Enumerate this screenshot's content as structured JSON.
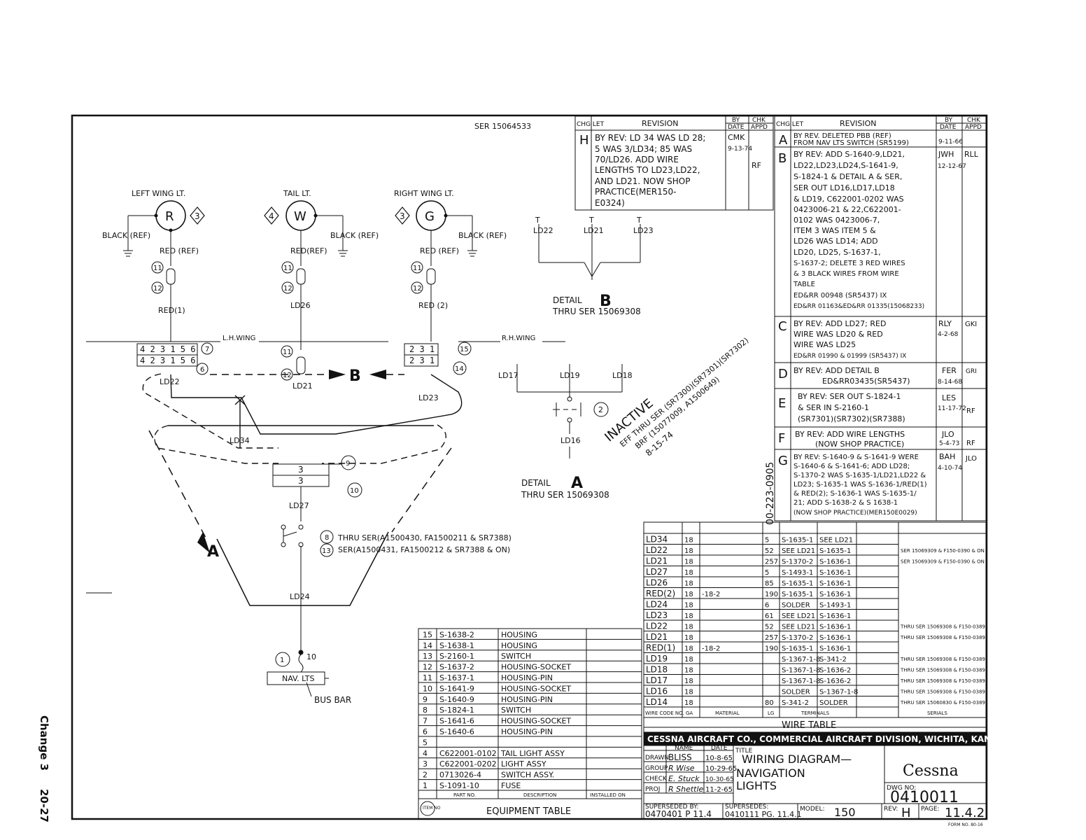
{
  "sheet": {
    "serial_top": "SER 15064533",
    "side_change": "Change 3",
    "side_page": "20-27",
    "form_no": "FORM NO. 80-16"
  },
  "lights": {
    "left": {
      "label": "LEFT WING LT.",
      "letter": "R",
      "num": "3",
      "black": "BLACK (REF)",
      "red": "RED (REF)",
      "wire": "RED(1)"
    },
    "tail": {
      "label": "TAIL LT.",
      "letter": "W",
      "num": "4",
      "black": "BLACK (REF)",
      "red": "RED(REF)",
      "wire": "LD26"
    },
    "right": {
      "label": "RIGHT WING LT.",
      "letter": "G",
      "num": "3",
      "black": "BLACK (REF)",
      "red": "RED (REF)",
      "wire": "RED (2)"
    }
  },
  "schematic": {
    "lh_wing": "L.H.WING",
    "rh_wing": "R.H.WING",
    "left_block_rows": [
      "4 2 3 1 5 6",
      "4 2 3 1 5 6"
    ],
    "right_block_rows": [
      "2 3 1",
      "2 3 1"
    ],
    "center_block_rows": [
      "3",
      "3"
    ],
    "wires": {
      "ld22": "LD22",
      "ld21": "LD21",
      "ld23": "LD23",
      "ld34": "LD34",
      "ld27": "LD27",
      "ld24": "LD24"
    },
    "callouts": [
      "11",
      "12",
      "11",
      "12",
      "11",
      "12",
      "7",
      "6",
      "15",
      "14",
      "12",
      "9",
      "10",
      "8",
      "13",
      "1"
    ],
    "detail_b_mark": "B",
    "detail_a_mark": "A",
    "note_8": "THRU SER(A1500430, FA1500211 & SR7388)",
    "note_13": "SER(A1500431, FA1500212 & SR7388 & ON)",
    "fuse_amp": "10",
    "nav_lts": "NAV. LTS",
    "bus_bar": "BUS BAR"
  },
  "detail_b": {
    "wires": [
      "LD22",
      "LD21",
      "LD23"
    ],
    "t": "T",
    "title": "DETAIL",
    "letter": "B",
    "thru": "THRU SER 15069308"
  },
  "detail_a": {
    "wires": [
      "LD17",
      "LD19",
      "LD18"
    ],
    "bottom": "LD16",
    "switch_num": "2",
    "title": "DETAIL",
    "letter": "A",
    "thru": "THRU SER 15069308"
  },
  "inactive_stamp": {
    "line1": "INACTIVE",
    "line2": "EFF THRU SER (SR7300)(SR7301)(SR7302)",
    "line3": "BRF (15077009, A1500649)",
    "line4": "8-15-74",
    "code": "00-223-0905"
  },
  "revision_left": {
    "headers": {
      "chg": "CHG LET",
      "revision": "REVISION",
      "by": "BY",
      "date": "DATE",
      "chk": "CHK",
      "appd": "APPD"
    },
    "rows": [
      {
        "let": "H",
        "text": [
          "BY REV: LD 34 WAS LD 28;",
          "5 WAS 3/LD34; 85 WAS",
          "70/LD26. ADD WIRE",
          "LENGTHS TO LD23,LD22,",
          "AND LD21. NOW SHOP",
          "PRACTICE(MER150-",
          "E0324)"
        ],
        "by": "CMK",
        "date": "9-13-74",
        "chk": "RF"
      }
    ]
  },
  "revision_right": {
    "headers": {
      "chg": "CHG LET",
      "revision": "REVISION",
      "by": "BY",
      "date": "DATE",
      "chk": "CHK",
      "appd": "APPD"
    },
    "rows": [
      {
        "let": "A",
        "text": [
          "BY REV. DELETED PBB (REF)",
          "FROM NAV LTS SWITCH (SR5199)"
        ],
        "by": "",
        "date": "9-11-66",
        "chk": ""
      },
      {
        "let": "B",
        "text": [
          "BY REV: ADD S-1640-9,LD21,",
          "LD22,LD23,LD24,S-1641-9,",
          "S-1824-1 & DETAIL A & SER,",
          "SER OUT LD16,LD17,LD18",
          "& LD19, C622001-0202 WAS",
          "0423006-21 & 22,C622001-",
          "0102 WAS 0423006-7,",
          "ITEM 3 WAS ITEM 5 &",
          "LD26 WAS LD14; ADD",
          "LD20, LD25, S-1637-1,",
          "S-1637-2; DELETE 3 RED WIRES",
          "& 3 BLACK WIRES FROM WIRE",
          "TABLE",
          "ED&RR 00948 (SR5437) IX",
          "ED&RR 01163&ED&RR 01335(15068233)"
        ],
        "by": "JWH",
        "date": "12-12-67",
        "chk": "RLL"
      },
      {
        "let": "C",
        "text": [
          "BY REV: ADD LD27; RED",
          "WIRE WAS LD20 & RED",
          "WIRE WAS LD25",
          "ED&RR 01990 & 01999 (SR5437) IX"
        ],
        "by": "RLY",
        "date": "4-2-68",
        "chk": "GKI"
      },
      {
        "let": "D",
        "text": [
          "BY REV: ADD DETAIL B",
          "ED&RR03435(SR5437)"
        ],
        "by": "FER",
        "date": "8-14-68",
        "chk": "GRI"
      },
      {
        "let": "E",
        "text": [
          "BY REV: SER OUT S-1824-1",
          "& SER IN S-2160-1",
          "(SR7301)(SR7302)(SR7388)"
        ],
        "by": "LES",
        "date": "11-17-72",
        "chk": "RF"
      },
      {
        "let": "F",
        "text": [
          "BY REV: ADD WIRE LENGTHS",
          "(NOW SHOP PRACTICE)"
        ],
        "by": "JLO",
        "date": "5-4-73",
        "chk": "RF"
      },
      {
        "let": "G",
        "text": [
          "BY REV: S-1640-9 & S-1641-9 WERE",
          "S-1640-6 & S-1641-6; ADD LD28;",
          "S-1370-2 WAS S-1635-1/LD21,LD22 &",
          "LD23; S-1635-1 WAS S-1636-1/RED(1)",
          "& RED(2); S-1636-1 WAS S-1635-1/",
          "21; ADD S-1638-2 & S 1638-1",
          "(NOW SHOP PRACTICE)(MER150E0029)"
        ],
        "by": "BAH",
        "date": "4-10-74",
        "chk": "JLO"
      }
    ]
  },
  "wire_table": {
    "title": "WIRE TABLE",
    "headers": {
      "code": "WIRE CODE NO.",
      "ga": "GA",
      "material": "MATERIAL",
      "lg": "LG",
      "terminals": "TERMINALS",
      "serials": "SERIALS"
    },
    "rows": [
      {
        "code": "LD34",
        "ga": "18",
        "mat": "",
        "lg": "5",
        "t1": "S-1635-1",
        "t2": "SEE LD21",
        "ser": ""
      },
      {
        "code": "LD22",
        "ga": "18",
        "mat": "",
        "lg": "52",
        "t1": "SEE LD21",
        "t2": "S-1635-1",
        "ser": "SER 15069309 & F150-0390 & ON"
      },
      {
        "code": "LD21",
        "ga": "18",
        "mat": "",
        "lg": "257",
        "t1": "S-1370-2",
        "t2": "S-1636-1",
        "ser": "SER 15069309 & F150-0390 & ON"
      },
      {
        "code": "LD27",
        "ga": "18",
        "mat": "",
        "lg": "5",
        "t1": "S-1493-1",
        "t2": "S-1636-1",
        "ser": ""
      },
      {
        "code": "LD26",
        "ga": "18",
        "mat": "",
        "lg": "85",
        "t1": "S-1635-1",
        "t2": "S-1636-1",
        "ser": ""
      },
      {
        "code": "RED(2)",
        "ga": "18",
        "mat": "-18-2",
        "lg": "190",
        "t1": "S-1635-1",
        "t2": "S-1636-1",
        "ser": ""
      },
      {
        "code": "LD24",
        "ga": "18",
        "mat": "",
        "lg": "6",
        "t1": "SOLDER",
        "t2": "S-1493-1",
        "ser": ""
      },
      {
        "code": "LD23",
        "ga": "18",
        "mat": "",
        "lg": "61",
        "t1": "SEE LD21",
        "t2": "S-1636-1",
        "ser": ""
      },
      {
        "code": "LD22",
        "ga": "18",
        "mat": "",
        "lg": "52",
        "t1": "SEE LD21",
        "t2": "S-1636-1",
        "ser": "THRU SER 15069308 & F150-0389"
      },
      {
        "code": "LD21",
        "ga": "18",
        "mat": "",
        "lg": "257",
        "t1": "S-1370-2",
        "t2": "S-1636-1",
        "ser": "THRU SER 15069308 & F150-0389"
      },
      {
        "code": "RED(1)",
        "ga": "18",
        "mat": "-18-2",
        "lg": "190",
        "t1": "S-1635-1",
        "t2": "S-1636-1",
        "ser": ""
      },
      {
        "code": "LD19",
        "ga": "18",
        "mat": "",
        "lg": "",
        "t1": "S-1367-1-8",
        "t2": "S-341-2",
        "ser": "THRU SER 15069308 & F150-0389"
      },
      {
        "code": "LD18",
        "ga": "18",
        "mat": "",
        "lg": "",
        "t1": "S-1367-1-8",
        "t2": "S-1636-2",
        "ser": "THRU SER 15069308 & F150-0389"
      },
      {
        "code": "LD17",
        "ga": "18",
        "mat": "",
        "lg": "",
        "t1": "S-1367-1-8",
        "t2": "S-1636-2",
        "ser": "THRU SER 15069308 & F150-0389"
      },
      {
        "code": "LD16",
        "ga": "18",
        "mat": "",
        "lg": "",
        "t1": "SOLDER",
        "t2": "S-1367-1-8",
        "ser": "THRU SER 15069308 & F150-0389"
      },
      {
        "code": "LD14",
        "ga": "18",
        "mat": "",
        "lg": "80",
        "t1": "S-341-2",
        "t2": "SOLDER",
        "ser": "THRU SER 15060830 & F150-0389"
      }
    ]
  },
  "equipment_table": {
    "title": "EQUIPMENT TABLE",
    "headers": {
      "item": "ITEM NO",
      "part": "PART NO.",
      "desc": "DESCRIPTION",
      "inst": "INSTALLED ON"
    },
    "rows": [
      {
        "item": "15",
        "part": "S-1638-2",
        "desc": "HOUSING"
      },
      {
        "item": "14",
        "part": "S-1638-1",
        "desc": "HOUSING"
      },
      {
        "item": "13",
        "part": "S-2160-1",
        "desc": "SWITCH"
      },
      {
        "item": "12",
        "part": "S-1637-2",
        "desc": "HOUSING-SOCKET"
      },
      {
        "item": "11",
        "part": "S-1637-1",
        "desc": "HOUSING-PIN"
      },
      {
        "item": "10",
        "part": "S-1641-9",
        "desc": "HOUSING-SOCKET"
      },
      {
        "item": "9",
        "part": "S-1640-9",
        "desc": "HOUSING-PIN"
      },
      {
        "item": "8",
        "part": "S-1824-1",
        "desc": "SWITCH"
      },
      {
        "item": "7",
        "part": "S-1641-6",
        "desc": "HOUSING-SOCKET"
      },
      {
        "item": "6",
        "part": "S-1640-6",
        "desc": "HOUSING-PIN"
      },
      {
        "item": "5",
        "part": "",
        "desc": ""
      },
      {
        "item": "4",
        "part": "C622001-0102",
        "desc": "TAIL LIGHT ASSY"
      },
      {
        "item": "3",
        "part": "C622001-0202",
        "desc": "LIGHT ASSY"
      },
      {
        "item": "2",
        "part": "0713026-4",
        "desc": "SWITCH ASSY."
      },
      {
        "item": "1",
        "part": "S-1091-10",
        "desc": "FUSE"
      }
    ]
  },
  "title_block": {
    "company": "CESSNA AIRCRAFT CO., COMMERCIAL AIRCRAFT DIVISION, WICHITA, KANSAS",
    "name_h": "NAME",
    "date_h": "DATE",
    "title_h": "TITLE",
    "drawn": {
      "role": "DRAWN",
      "name": "BLISS",
      "date": "10-8-65"
    },
    "group": {
      "role": "GROUP",
      "name": "R Wise",
      "date": "10-29-65"
    },
    "check": {
      "role": "CHECK",
      "name": "E. Stuck",
      "date": "10-30-65"
    },
    "proj": {
      "role": "PROJ",
      "name": "R Shettle",
      "date": "11-2-65"
    },
    "title_lines": [
      "WIRING DIAGRAM—",
      "NAVIGATION",
      "LIGHTS"
    ],
    "logo": "Cessna",
    "dwg_label": "DWG NO:",
    "dwg_no": "0410011",
    "superseded_by_label": "SUPERSEDED BY:",
    "superseded_by": "0470401 P 11.4",
    "supersedes_label": "SUPERSEDES:",
    "supersedes": "0410111 PG. 11.4.1",
    "model_label": "MODEL:",
    "model": "150",
    "rev_label": "REV:",
    "rev": "H",
    "page_label": "PAGE:",
    "page": "11.4.2"
  }
}
